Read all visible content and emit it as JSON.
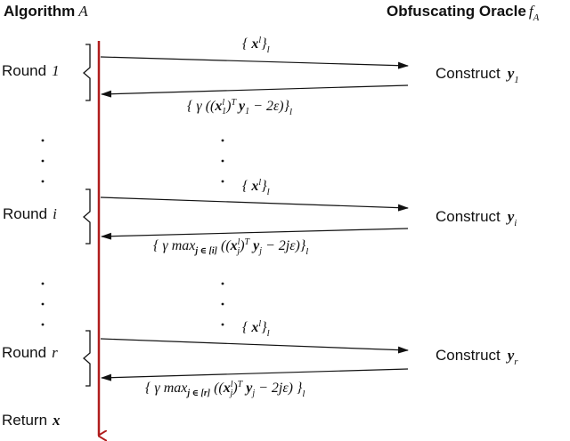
{
  "headers": {
    "algorithm": "Algorithm",
    "algorithm_symbol": "A",
    "oracle": "Obfuscating Oracle",
    "oracle_symbol": "f",
    "oracle_subscript": "A"
  },
  "rounds": [
    {
      "label": "Round",
      "index": "1",
      "query": "{ x^l }_l",
      "construct": "Construct",
      "construct_var": "y",
      "construct_sub": "1",
      "response": "{ γ ((x_1^l)^T y_1 − 2ε)}_l"
    },
    {
      "label": "Round",
      "index": "i",
      "query": "{ x^l }_l",
      "construct": "Construct",
      "construct_var": "y",
      "construct_sub": "i",
      "response": "{ γ max_{j∈[i]} ((x_j^l)^T y_j − 2jε)}_l"
    },
    {
      "label": "Round",
      "index": "r",
      "query": "{ x^l }_l",
      "construct": "Construct",
      "construct_var": "y",
      "construct_sub": "r",
      "response": "{ γ max_{j∈[r]} ((x_j^l)^T y_j − 2jε) }_l"
    }
  ],
  "return": {
    "label": "Return",
    "var": "x"
  },
  "colors": {
    "timeline": "#b01c1c",
    "arrows": "#111111",
    "text": "#111111"
  }
}
